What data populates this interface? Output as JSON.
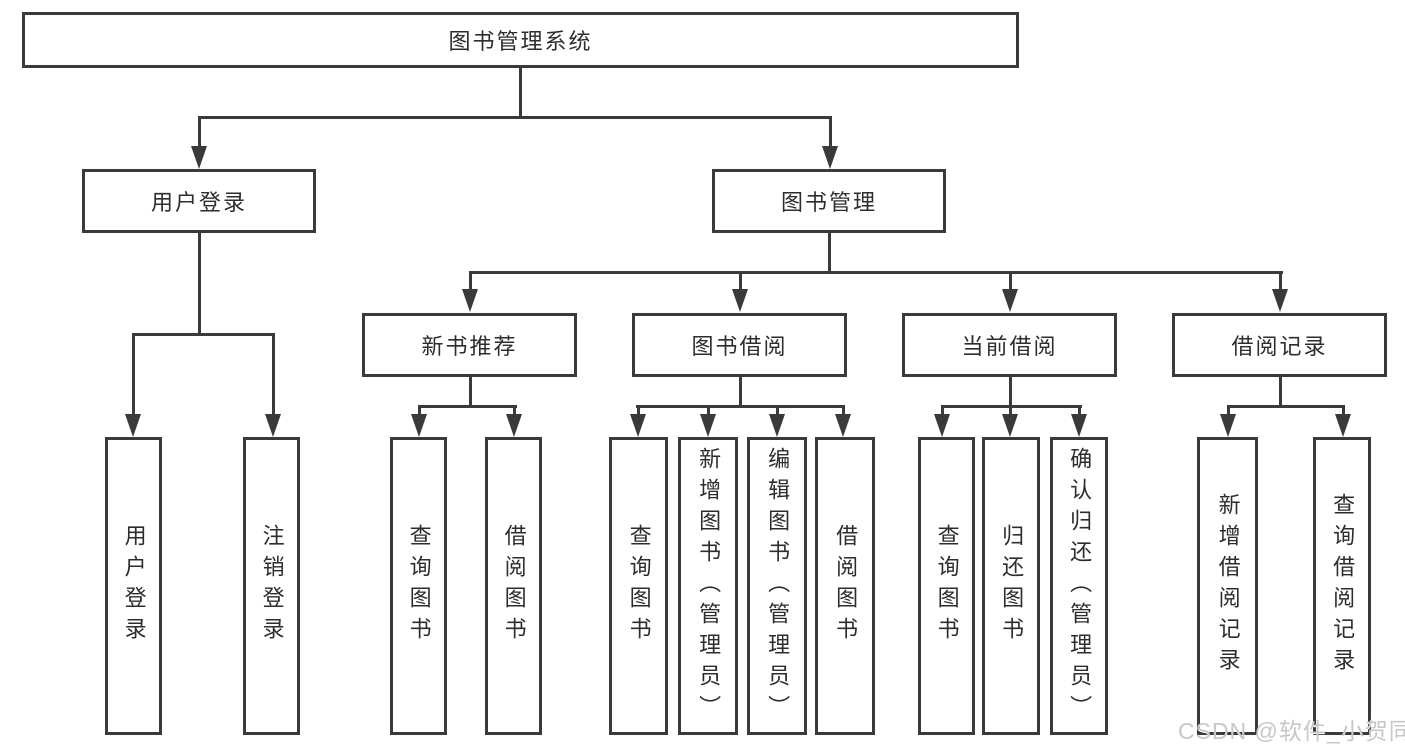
{
  "diagram": {
    "title": "图书管理系统",
    "nodes": {
      "root": "图书管理系统",
      "user_login": "用户登录",
      "book_mgmt": "图书管理",
      "new_book_rec": "新书推荐",
      "book_borrow": "图书借阅",
      "current_borrow": "当前借阅",
      "borrow_record": "借阅记录",
      "leaf_user_login": "用户登录",
      "leaf_logout": "注销登录",
      "leaf_nbr_query": "查询图书",
      "leaf_nbr_borrow": "借阅图书",
      "leaf_bb_query": "查询图书",
      "leaf_bb_add": "新增图书（管理员）",
      "leaf_bb_edit": "编辑图书（管理员）",
      "leaf_bb_borrow": "借阅图书",
      "leaf_cb_query": "查询图书",
      "leaf_cb_return": "归还图书",
      "leaf_cb_confirm": "确认归还（管理员）",
      "leaf_br_add": "新增借阅记录",
      "leaf_br_query": "查询借阅记录"
    },
    "edges": [
      [
        "图书管理系统",
        "用户登录"
      ],
      [
        "图书管理系统",
        "图书管理"
      ],
      [
        "用户登录",
        "用户登录(叶)"
      ],
      [
        "用户登录",
        "注销登录"
      ],
      [
        "图书管理",
        "新书推荐"
      ],
      [
        "图书管理",
        "图书借阅"
      ],
      [
        "图书管理",
        "当前借阅"
      ],
      [
        "图书管理",
        "借阅记录"
      ],
      [
        "新书推荐",
        "查询图书"
      ],
      [
        "新书推荐",
        "借阅图书"
      ],
      [
        "图书借阅",
        "查询图书"
      ],
      [
        "图书借阅",
        "新增图书（管理员）"
      ],
      [
        "图书借阅",
        "编辑图书（管理员）"
      ],
      [
        "图书借阅",
        "借阅图书"
      ],
      [
        "当前借阅",
        "查询图书"
      ],
      [
        "当前借阅",
        "归还图书"
      ],
      [
        "当前借阅",
        "确认归还（管理员）"
      ],
      [
        "借阅记录",
        "新增借阅记录"
      ],
      [
        "借阅记录",
        "查询借阅记录"
      ]
    ],
    "colors": {
      "line": "#3a3a3a",
      "text": "#2d2d2d",
      "box_background": "#ffffff",
      "watermark": "#c7c7c7"
    }
  },
  "watermark": {
    "text": "CSDN @软件_小贺同学"
  }
}
